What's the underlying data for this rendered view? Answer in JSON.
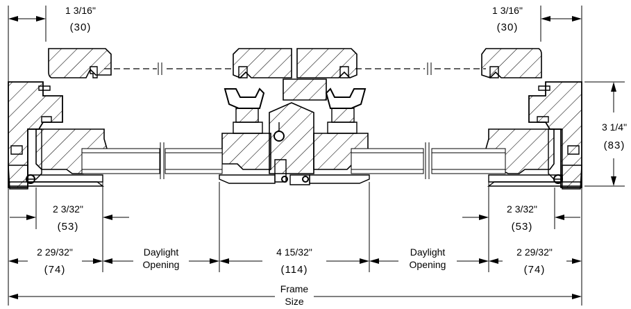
{
  "dimensions": {
    "top_left_side": {
      "imperial": "1 3/16\"",
      "metric": "(30)"
    },
    "top_right_side": {
      "imperial": "1 3/16\"",
      "metric": "(30)"
    },
    "height": {
      "imperial": "3 1/4\"",
      "metric": "(83)"
    },
    "left_inner": {
      "imperial": "2 3/32\"",
      "metric": "(53)"
    },
    "right_inner": {
      "imperial": "2 3/32\"",
      "metric": "(53)"
    },
    "left_outer": {
      "imperial": "2 29/32\"",
      "metric": "(74)"
    },
    "right_outer": {
      "imperial": "2 29/32\"",
      "metric": "(74)"
    },
    "center": {
      "imperial": "4 15/32\"",
      "metric": "(114)"
    }
  },
  "labels": {
    "daylight_left_line1": "Daylight",
    "daylight_left_line2": "Opening",
    "daylight_right_line1": "Daylight",
    "daylight_right_line2": "Opening",
    "frame_line1": "Frame",
    "frame_line2": "Size"
  }
}
